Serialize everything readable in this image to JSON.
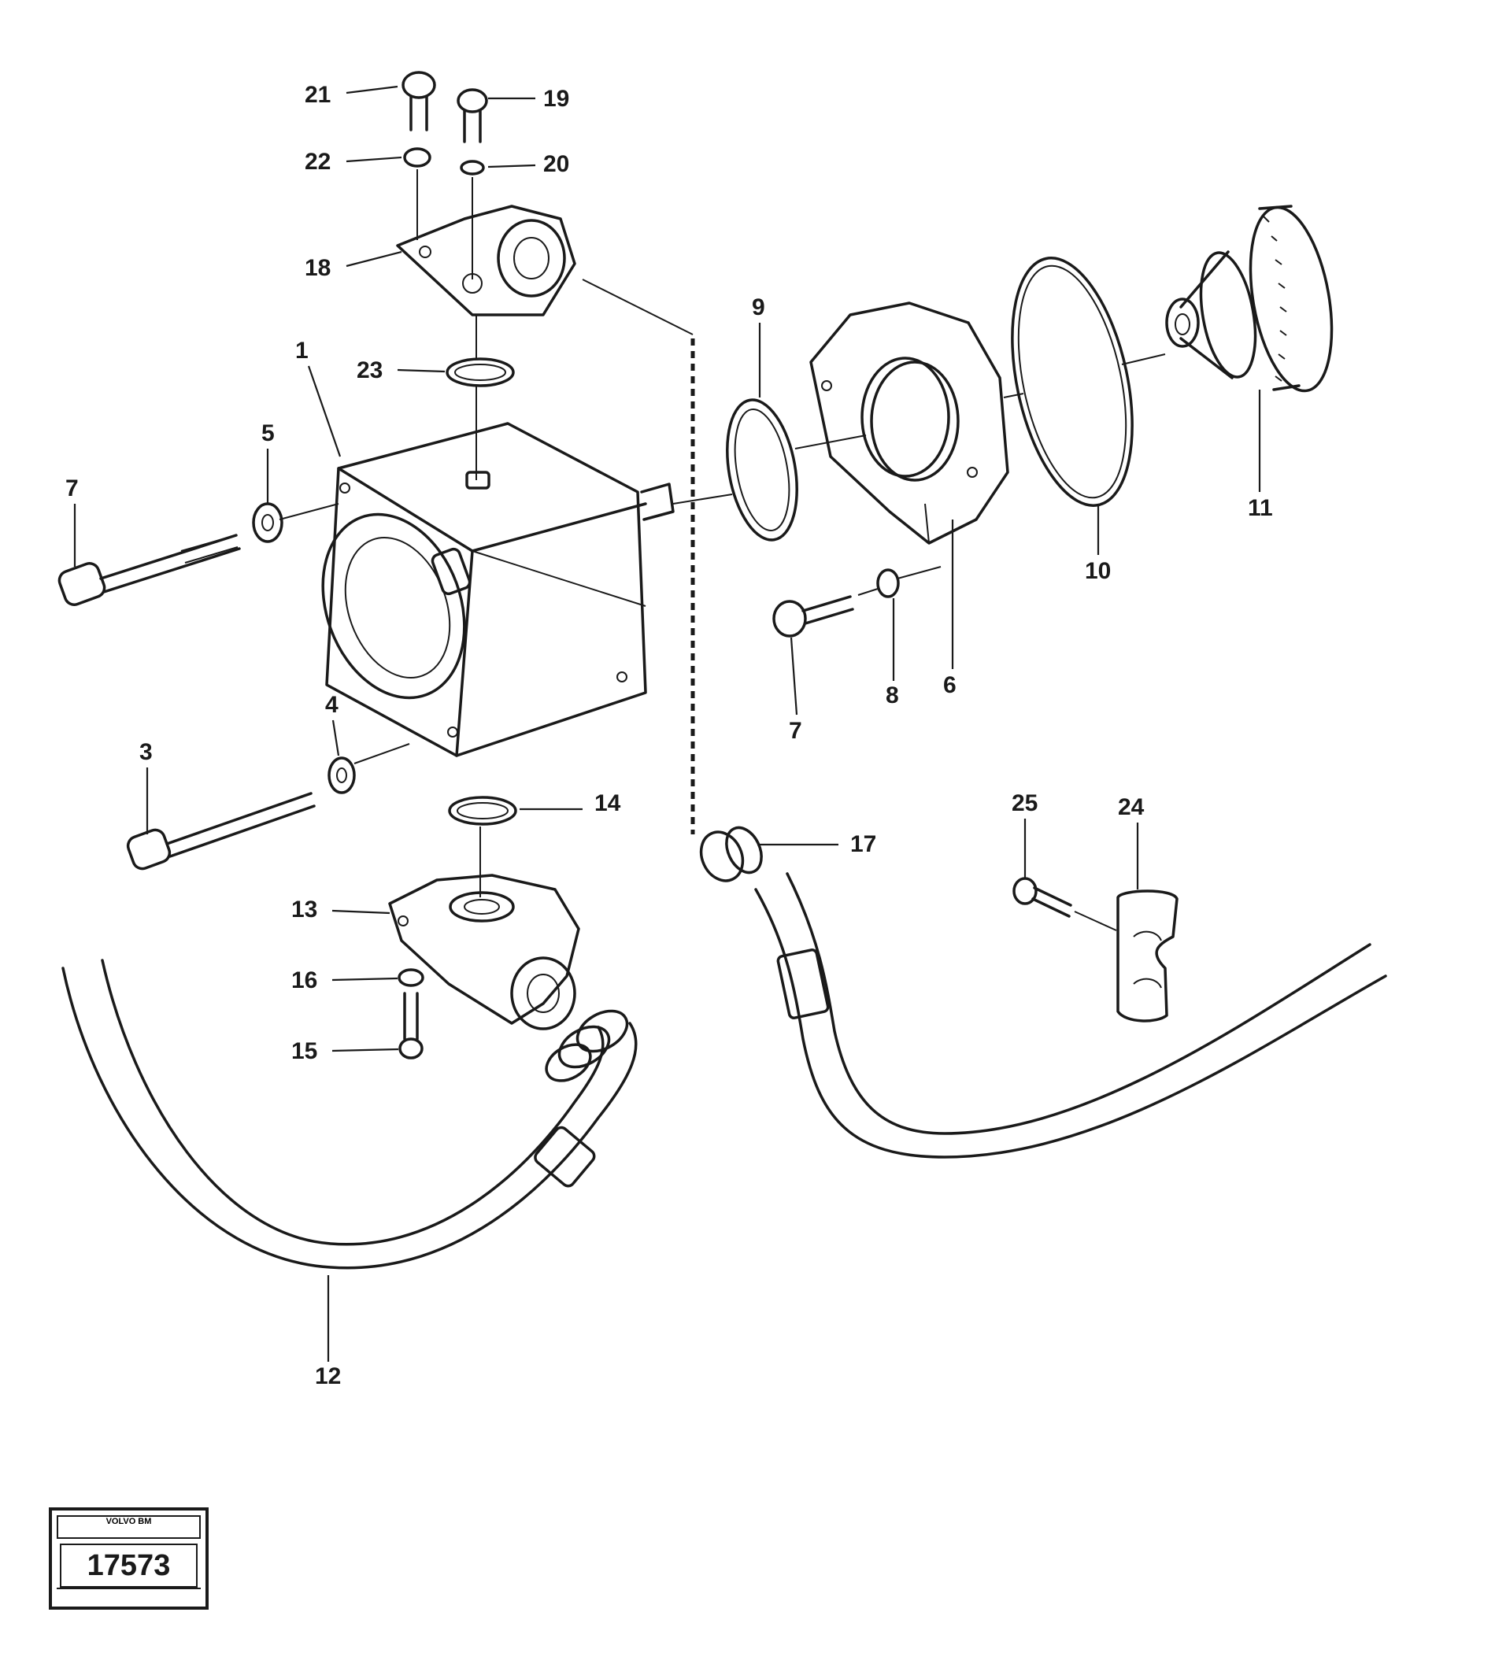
{
  "callouts": {
    "c1": "1",
    "c3": "3",
    "c4": "4",
    "c5": "5",
    "c6": "6",
    "c7a": "7",
    "c7b": "7",
    "c8": "8",
    "c9": "9",
    "c10": "10",
    "c11": "11",
    "c12": "12",
    "c13": "13",
    "c14": "14",
    "c15": "15",
    "c16": "16",
    "c17": "17",
    "c18": "18",
    "c19": "19",
    "c20": "20",
    "c21": "21",
    "c22": "22",
    "c23": "23",
    "c24": "24",
    "c25": "25"
  },
  "stamp": {
    "brand": "VOLVO BM",
    "number": "17573"
  }
}
